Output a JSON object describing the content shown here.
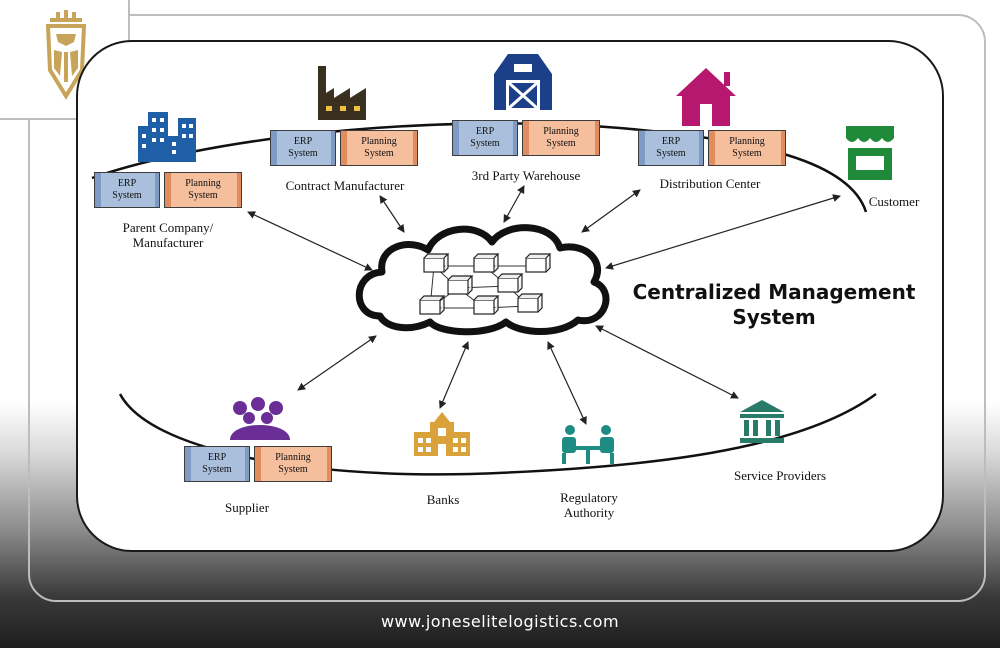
{
  "diagram": {
    "title": "Centralized Management System",
    "boxes": {
      "erp": "ERP System",
      "planning": "Planning System"
    },
    "nodes": {
      "parent": "Parent Company/ Manufacturer",
      "contract": "Contract Manufacturer",
      "warehouse": "3rd Party Warehouse",
      "distribution": "Distribution Center",
      "customer": "Customer",
      "supplier": "Supplier",
      "banks": "Banks",
      "regulatory": "Regulatory Authority",
      "service": "Service Providers"
    }
  },
  "colors": {
    "buildings": "#1f5fa8",
    "factory": "#3a3020",
    "barn": "#1c3f8a",
    "house": "#b5186e",
    "store": "#1e8a3a",
    "people": "#6a2e96",
    "bank": "#d9a23a",
    "regulatory": "#1f8c84",
    "service": "#2a7a6a",
    "logo": "#c7a45a"
  },
  "footer": {
    "url": "www.joneselitelogistics.com"
  }
}
